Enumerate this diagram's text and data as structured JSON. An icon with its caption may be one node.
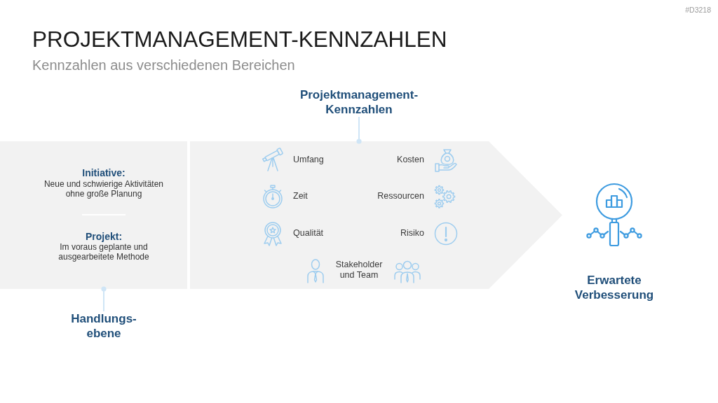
{
  "diagram": {
    "title": "PROJEKTMANAGEMENT-KENNZAHLEN",
    "nodes": [
      {
        "text": [
          "Initiative:",
          "Neue und schwierige Aktivitäten ohne große Planung",
          "Projekt:",
          "Im voraus geplante und ausgearbeitete Methode"
        ]
      },
      {
        "text": [
          "Umfang",
          "Kosten",
          "Zeit",
          "Ressourcen",
          "Qualität",
          "Risiko",
          "Stakeholder und Team"
        ]
      },
      {
        "text": [
          "Projektmanagement- Kennzahlen"
        ]
      },
      {
        "text": [
          "Handlungs- ebene"
        ]
      }
    ],
    "edges": [
      {
        "from": 2,
        "to": 1,
        "arrow": "other"
      },
      {
        "from": 3,
        "to": 0,
        "arrow": "other"
      }
    ],
    "labels": [
      "#D3218",
      "Kennzahlen aus verschiedenen Bereichen",
      "Erwartete Verbesserung"
    ]
  }
}
